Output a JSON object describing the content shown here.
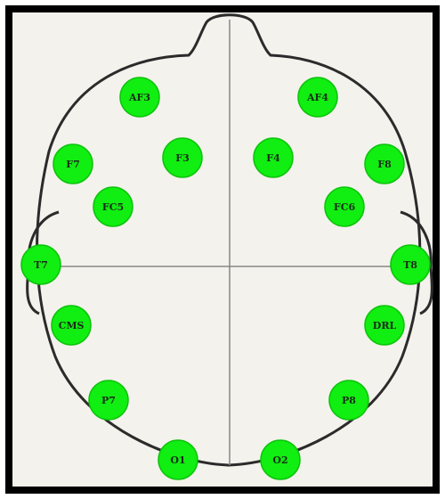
{
  "diagram": {
    "colors": {
      "electrode_fill": "#11ee11",
      "electrode_stroke": "#0bc40b",
      "head_outline": "#2b2b2b",
      "axis_lines": "#888888",
      "background": "#f4f2ec"
    },
    "electrodes": [
      {
        "id": "AF3",
        "label": "AF3"
      },
      {
        "id": "AF4",
        "label": "AF4"
      },
      {
        "id": "F7",
        "label": "F7"
      },
      {
        "id": "F3",
        "label": "F3"
      },
      {
        "id": "F4",
        "label": "F4"
      },
      {
        "id": "F8",
        "label": "F8"
      },
      {
        "id": "FC5",
        "label": "FC5"
      },
      {
        "id": "FC6",
        "label": "FC6"
      },
      {
        "id": "T7",
        "label": "T7"
      },
      {
        "id": "T8",
        "label": "T8"
      },
      {
        "id": "CMS",
        "label": "CMS"
      },
      {
        "id": "DRL",
        "label": "DRL"
      },
      {
        "id": "P7",
        "label": "P7"
      },
      {
        "id": "P8",
        "label": "P8"
      },
      {
        "id": "O1",
        "label": "O1"
      },
      {
        "id": "O2",
        "label": "O2"
      }
    ]
  }
}
